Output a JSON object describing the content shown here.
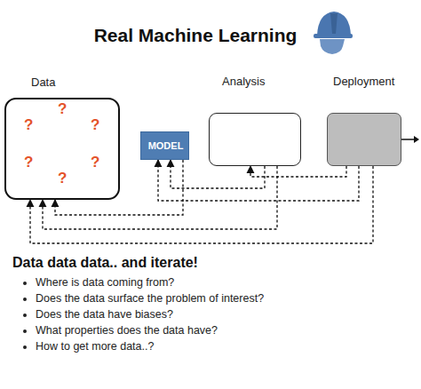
{
  "diagram": {
    "title": "Real Machine Learning",
    "nodes": [
      {
        "text": [
          "Data",
          "?",
          "?",
          "?",
          "?",
          "?",
          "?"
        ]
      },
      {
        "text": [
          "MODEL"
        ]
      },
      {
        "text": [
          "Analysis"
        ]
      },
      {
        "text": [
          "Deployment"
        ]
      }
    ],
    "edges": [
      {
        "from": 1,
        "to": 0,
        "arrow": "to"
      },
      {
        "from": 2,
        "to": 0,
        "arrow": "to"
      },
      {
        "from": 3,
        "to": 0,
        "arrow": "to"
      },
      {
        "from": 2,
        "to": 1,
        "arrow": "to"
      },
      {
        "from": 3,
        "to": 1,
        "arrow": "to"
      },
      {
        "from": 3,
        "to": 2,
        "arrow": "to"
      }
    ],
    "labels": [
      "Data data data.. and iterate!",
      "Where is data coming from?",
      "Does the data surface the problem of interest?",
      "Does the data have biases?",
      "What properties does the data have?",
      "How to get more data..?"
    ]
  }
}
